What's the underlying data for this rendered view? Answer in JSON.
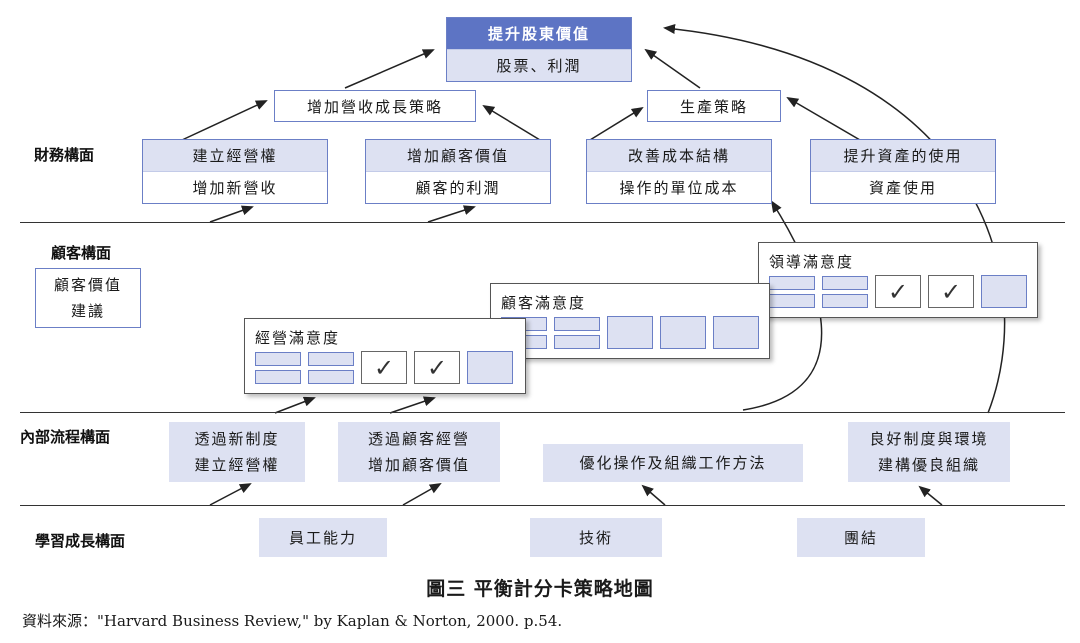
{
  "layers": {
    "financial": "財務構面",
    "customer": "顧客構面",
    "internal": "內部流程構面",
    "learning": "學習成長構面"
  },
  "top": {
    "title": "提升股東價值",
    "sub": "股票、利潤"
  },
  "growth": "增加營收成長策略",
  "productivity": "生產策略",
  "financial_boxes": [
    {
      "top": "建立經營權",
      "bottom": "增加新營收"
    },
    {
      "top": "增加顧客價值",
      "bottom": "顧客的利潤"
    },
    {
      "top": "改善成本結構",
      "bottom": "操作的單位成本"
    },
    {
      "top": "提升資產的使用",
      "bottom": "資產使用"
    }
  ],
  "customer_value": {
    "line1": "顧客價值",
    "line2": "建議"
  },
  "surveys": [
    {
      "title": "經營滿意度",
      "checks": 2
    },
    {
      "title": "顧客滿意度",
      "checks": 0
    },
    {
      "title": "領導滿意度",
      "checks": 2
    }
  ],
  "check_mark": "✓",
  "internal_boxes": [
    {
      "line1": "透過新制度",
      "line2": "建立經營權"
    },
    {
      "line1": "透過顧客經營",
      "line2": "增加顧客價值"
    },
    {
      "line1": "優化操作及組織工作方法",
      "line2": ""
    },
    {
      "line1": "良好制度與環境",
      "line2": "建構優良組織"
    }
  ],
  "learning_boxes": [
    "員工能力",
    "技術",
    "團結"
  ],
  "caption": "圖三  平衡計分卡策略地圖",
  "source": "資料來源：\"Harvard Business Review,\" by Kaplan & Norton, 2000.  p.54."
}
